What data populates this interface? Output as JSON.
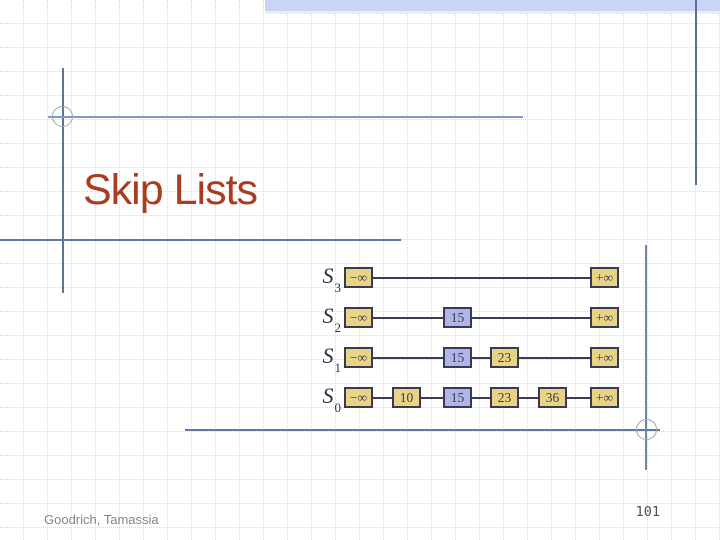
{
  "title": "Skip Lists",
  "footer": {
    "authors": "Goodrich, Tamassia",
    "page_number": "101"
  },
  "skip_list": {
    "rows": [
      {
        "label": "S",
        "subscript": "3",
        "nodes": [
          "−∞",
          "+∞"
        ]
      },
      {
        "label": "S",
        "subscript": "2",
        "nodes": [
          "−∞",
          "15",
          "+∞"
        ]
      },
      {
        "label": "S",
        "subscript": "1",
        "nodes": [
          "−∞",
          "15",
          "23",
          "+∞"
        ]
      },
      {
        "label": "S",
        "subscript": "0",
        "nodes": [
          "−∞",
          "10",
          "15",
          "23",
          "36",
          "+∞"
        ]
      }
    ],
    "highlighted_value": "15",
    "colors": {
      "node_fill": "#e8d484",
      "highlight_fill": "#b0b7e8",
      "node_border": "#3a3a57",
      "title_color": "#a93d22",
      "accent_band": "#c9d4f6"
    }
  }
}
